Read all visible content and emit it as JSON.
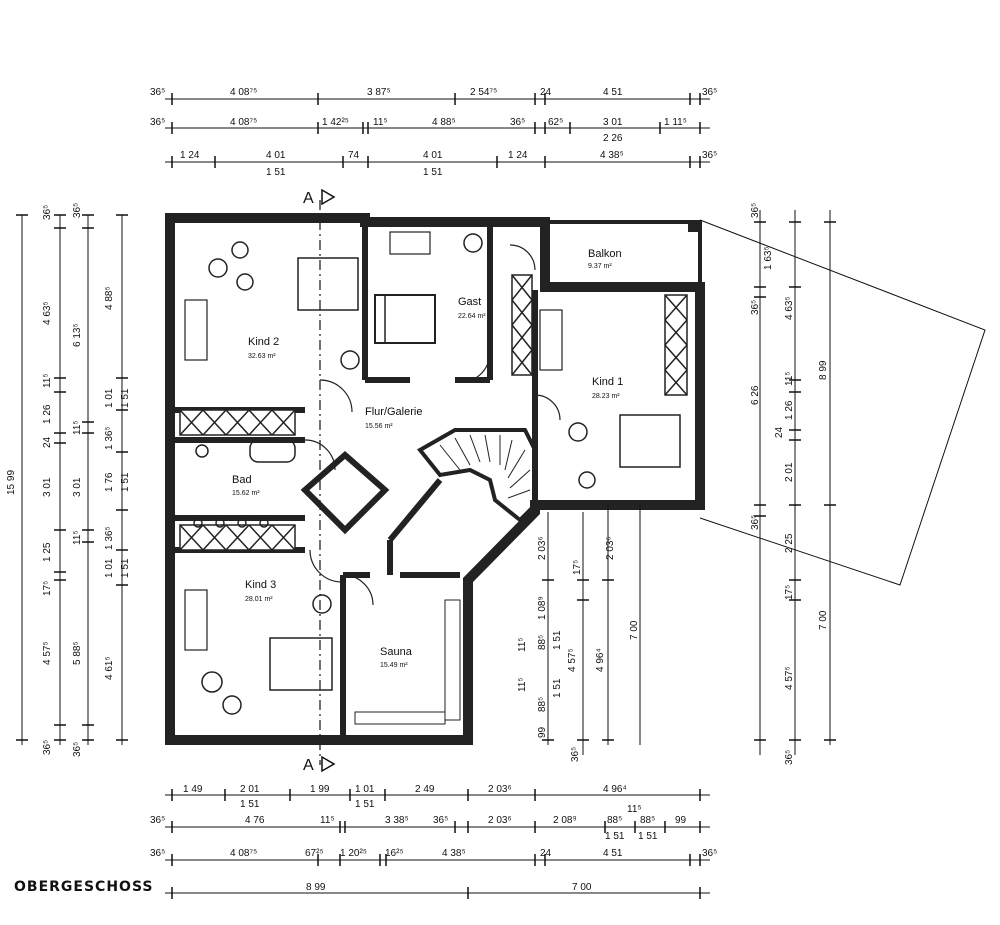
{
  "title": "OBERGESCHOSS",
  "section_marker": "A",
  "rooms": [
    {
      "name": "Kind 2",
      "area": "32.63 m²"
    },
    {
      "name": "Gast",
      "area": "22.64 m²"
    },
    {
      "name": "Balkon",
      "area": "9.37 m²"
    },
    {
      "name": "Kind 1",
      "area": "28.23 m²"
    },
    {
      "name": "Flur/Galerie",
      "area": "15.56 m²"
    },
    {
      "name": "Bad",
      "area": "15.62 m²"
    },
    {
      "name": "Kind 3",
      "area": "28.01 m²"
    },
    {
      "name": "Sauna",
      "area": "15.49 m²"
    }
  ],
  "dims": {
    "top1": [
      "36⁵",
      "4 08⁷⁵",
      "3 87⁵",
      "2 54⁷⁵",
      "24",
      "4 51",
      "36⁵"
    ],
    "top2": [
      "36⁵",
      "4 08⁷⁵",
      "1 42²⁵",
      "11⁵",
      "4 88⁵",
      "36⁵",
      "62⁵",
      "3 01",
      "1 11⁵",
      "2 26"
    ],
    "top3": [
      "1 24",
      "4 01",
      "74",
      "4 01",
      "1 24",
      "4 38⁵",
      "36⁵",
      "1 51",
      "1 51"
    ],
    "left1": [
      "15 99"
    ],
    "left2": [
      "36⁵",
      "4 63⁵",
      "11⁵",
      "1 26",
      "24",
      "3 01",
      "1 25",
      "17⁵",
      "4 57⁵",
      "36⁵"
    ],
    "left3": [
      "36⁵",
      "6 13⁵",
      "11⁵",
      "3 01",
      "11⁵",
      "5 88⁵",
      "36⁵"
    ],
    "left4": [
      "4 88⁵",
      "1 01",
      "1 36⁵",
      "1 76",
      "1 36⁵",
      "1 01",
      "4 61⁵",
      "1 51",
      "1 51",
      "1 51"
    ],
    "right1": [
      "36⁵",
      "1 63⁵",
      "36⁵",
      "4 63⁵",
      "11⁵",
      "6 26",
      "1 26",
      "24",
      "2 01",
      "2 25",
      "36⁵",
      "17⁵",
      "4 57⁵",
      "36⁵"
    ],
    "right2": [
      "8 99",
      "7 00"
    ],
    "mid": [
      "2 03⁶",
      "17⁵",
      "2 03⁶",
      "1 08⁹",
      "11⁵",
      "88⁵",
      "1 51",
      "4 57⁵",
      "4 96⁴",
      "7 00",
      "1 51",
      "11⁵",
      "88⁵",
      "99",
      "36⁵"
    ],
    "bottom1": [
      "1 49",
      "2 01",
      "1 99",
      "1 01",
      "2 49",
      "2 03⁶",
      "4 96⁴",
      "1 51",
      "1 51"
    ],
    "bottom2": [
      "36⁵",
      "4 76",
      "11⁵",
      "3 38⁵",
      "36⁵",
      "2 03⁶",
      "2 08⁹",
      "88⁵",
      "11⁵",
      "88⁵",
      "99",
      "1 51",
      "1 51"
    ],
    "bottom3": [
      "36⁵",
      "4 08⁷⁵",
      "67²⁵",
      "1 20²⁵",
      "16²⁵",
      "4 38⁵",
      "24",
      "4 51",
      "36⁵"
    ],
    "bottom4": [
      "8 99",
      "7 00"
    ]
  }
}
